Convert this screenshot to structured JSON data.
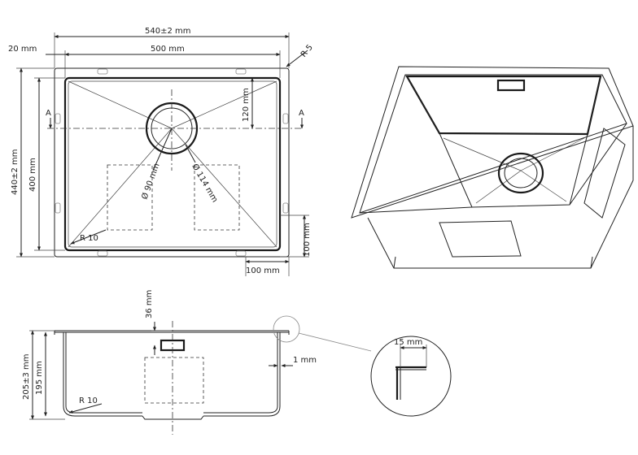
{
  "top_view": {
    "overall_width": "540±2 mm",
    "inner_width": "500 mm",
    "flange": "20 mm",
    "corner_radius": "R 5",
    "overall_depth": "440±2 mm",
    "inner_depth": "400 mm",
    "drain_offset": "120 mm",
    "section_mark": "A",
    "drain_diameter_inner": "Ø 90 mm",
    "drain_diameter_outer": "Ø 114 mm",
    "inner_radius": "R 10",
    "corner_offset_v": "100 mm",
    "corner_offset_h": "100 mm"
  },
  "side_view": {
    "overall_height": "205±3 mm",
    "inner_height": "195 mm",
    "overflow_offset": "36 mm",
    "wall_thickness": "1 mm",
    "bottom_radius": "R 10"
  },
  "detail_view": {
    "flange_width": "15 mm"
  }
}
